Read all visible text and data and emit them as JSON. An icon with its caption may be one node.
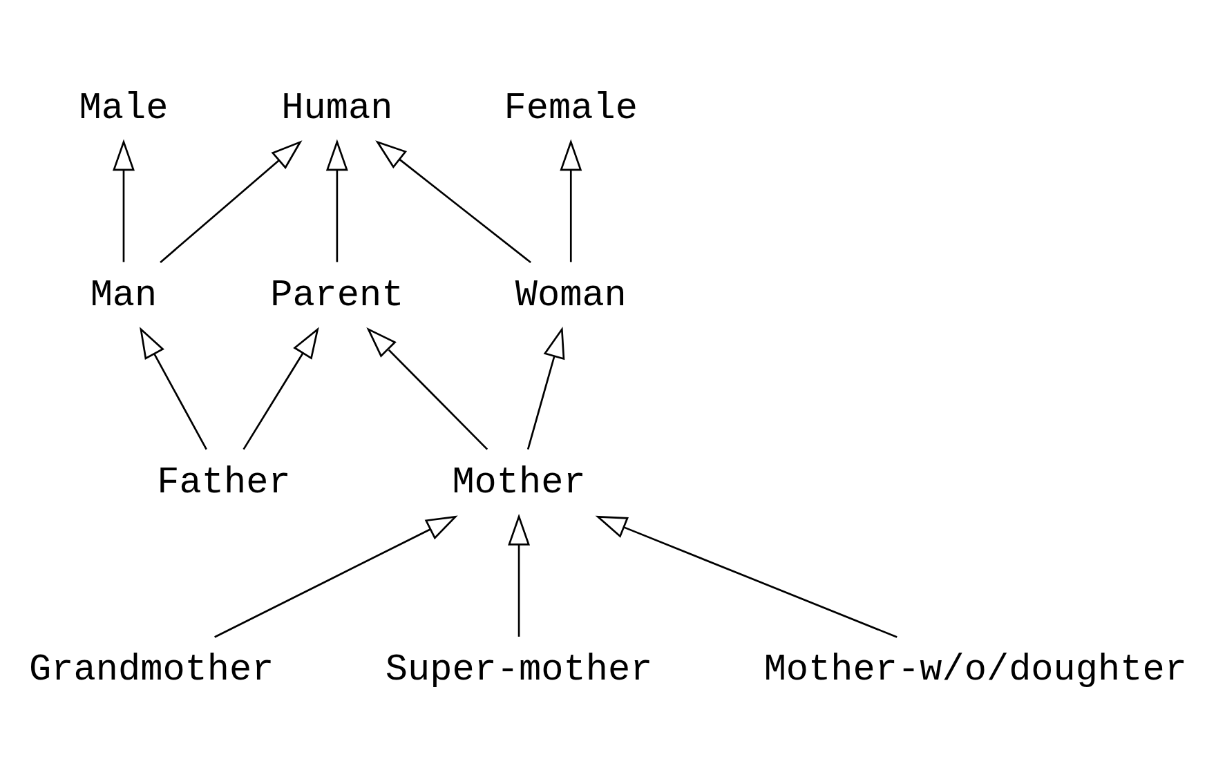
{
  "diagram": {
    "nodes": [
      {
        "text": [
          "Female"
        ]
      },
      {
        "text": [
          "Human"
        ]
      },
      {
        "text": [
          "Male"
        ]
      },
      {
        "text": [
          "Woman"
        ]
      },
      {
        "text": [
          "Man"
        ]
      },
      {
        "text": [
          "Parent"
        ]
      },
      {
        "text": [
          "Mother"
        ]
      },
      {
        "text": [
          "Father"
        ]
      },
      {
        "text": [
          "Grandmother"
        ]
      },
      {
        "text": [
          "Super-mother"
        ]
      },
      {
        "text": [
          "Mother-w/o/doughter"
        ]
      }
    ],
    "edges": [
      {
        "from": 3,
        "to": 0,
        "arrow": "to"
      },
      {
        "from": 3,
        "to": 1,
        "arrow": "to"
      },
      {
        "from": 5,
        "to": 1,
        "arrow": "to"
      },
      {
        "from": 4,
        "to": 1,
        "arrow": "to"
      },
      {
        "from": 4,
        "to": 2,
        "arrow": "to"
      },
      {
        "from": 6,
        "to": 3,
        "arrow": "to"
      },
      {
        "from": 6,
        "to": 5,
        "arrow": "to"
      },
      {
        "from": 7,
        "to": 5,
        "arrow": "to"
      },
      {
        "from": 7,
        "to": 4,
        "arrow": "to"
      },
      {
        "from": 8,
        "to": 6,
        "arrow": "to"
      },
      {
        "from": 9,
        "to": 6,
        "arrow": "to"
      },
      {
        "from": 10,
        "to": 6,
        "arrow": "to"
      }
    ]
  }
}
